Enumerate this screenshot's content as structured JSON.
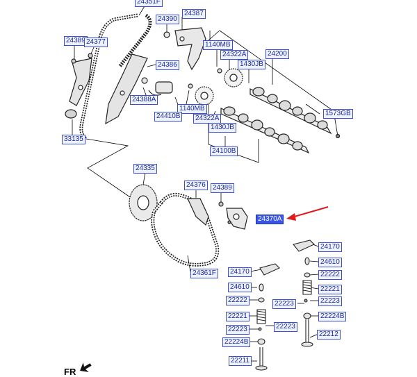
{
  "labels": {
    "l_24351F": "24351F",
    "l_24390": "24390",
    "l_24387": "24387",
    "l_24389_top": "24389",
    "l_24377": "24377",
    "l_1140MB_top": "1140MB",
    "l_24322A_top": "24322A",
    "l_24200": "24200",
    "l_1430JB_top": "1430JB",
    "l_24386": "24386",
    "l_24388A": "24388A",
    "l_1140MB_mid": "1140MB",
    "l_24410B": "24410B",
    "l_24322A_mid": "24322A",
    "l_1573GB": "1573GB",
    "l_1430JB_mid": "1430JB",
    "l_33135": "33135",
    "l_24100B": "24100B",
    "l_24335": "24335",
    "l_24376": "24376",
    "l_24389_mid": "24389",
    "l_24370A": "24370A",
    "l_24170_r": "24170",
    "l_24610_r": "24610",
    "l_22222_r": "22222",
    "l_24361F": "24361F",
    "l_24170_l": "24170",
    "l_22221_r": "22221",
    "l_24610_l": "24610",
    "l_22223_r": "22223",
    "l_22223_m": "22223",
    "l_22222_l": "22222",
    "l_22224B_r": "22224B",
    "l_22221_l": "22221",
    "l_22223_l2": "22223",
    "l_22223_l": "22223",
    "l_22212": "22212",
    "l_22224B_l": "22224B",
    "l_22211": "22211"
  },
  "direction_label": "FR",
  "colors": {
    "callout_border": "#3a4fd6",
    "callout_highlight": "#3a56e8",
    "pointer_arrow": "#e0191b"
  }
}
